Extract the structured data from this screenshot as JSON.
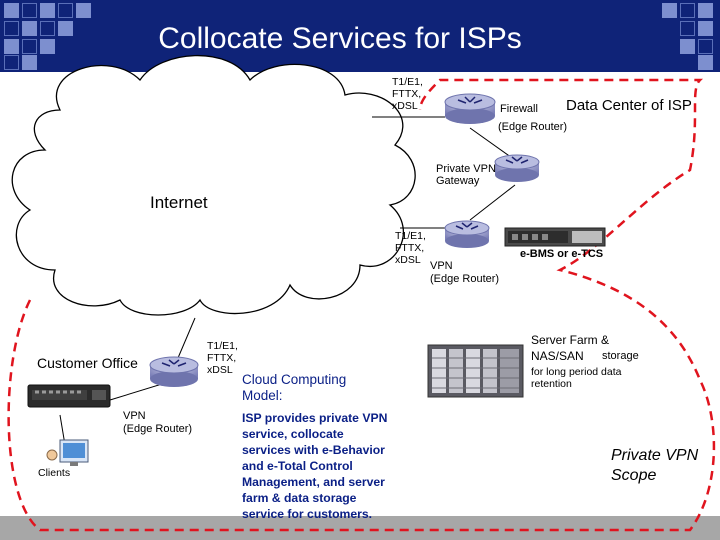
{
  "title": "Collocate Services for ISPs",
  "cloud_label": "Internet",
  "link_label_top": "T1/E1,\nFTTX,\nxDSL",
  "link_label_mid": "T1/E1,\nFTTX,\nxDSL",
  "link_label_customer": "T1/E1,\nFTTX,\nxDSL",
  "data_center_label": "Data Center of ISP",
  "firewall_label": "Firewall",
  "edge_router_top_label": "(Edge Router)",
  "private_vpn_gateway_label": "Private VPN\nGateway",
  "vpn_dc_label": "VPN\n(Edge Router)",
  "ebms_label": "e-BMS or e-TCS",
  "server_farm_label_line1": "Server Farm  &",
  "server_farm_label_line2": "NAS/SAN",
  "server_farm_label_line2b": "storage",
  "server_farm_label_line3": "for long period data\nretention",
  "customer_office_label": "Customer Office",
  "vpn_customer_label": "VPN\n(Edge Router)",
  "clients_label": "Clients",
  "cloud_computing_heading": "Cloud Computing\nModel:",
  "cloud_computing_body": "ISP provides private VPN\nservice, collocate\nservices with e-Behavior\nand e-Total Control\nManagement, and server\nfarm & data storage\nservice for customers.",
  "private_vpn_scope_label": "Private VPN\nScope",
  "colors": {
    "header": "#0f2378",
    "accent_squares": "#7d8fcf",
    "scope_line": "#e0141e",
    "heading_text": "#0a1f86",
    "footer": "#a7a7a7"
  }
}
